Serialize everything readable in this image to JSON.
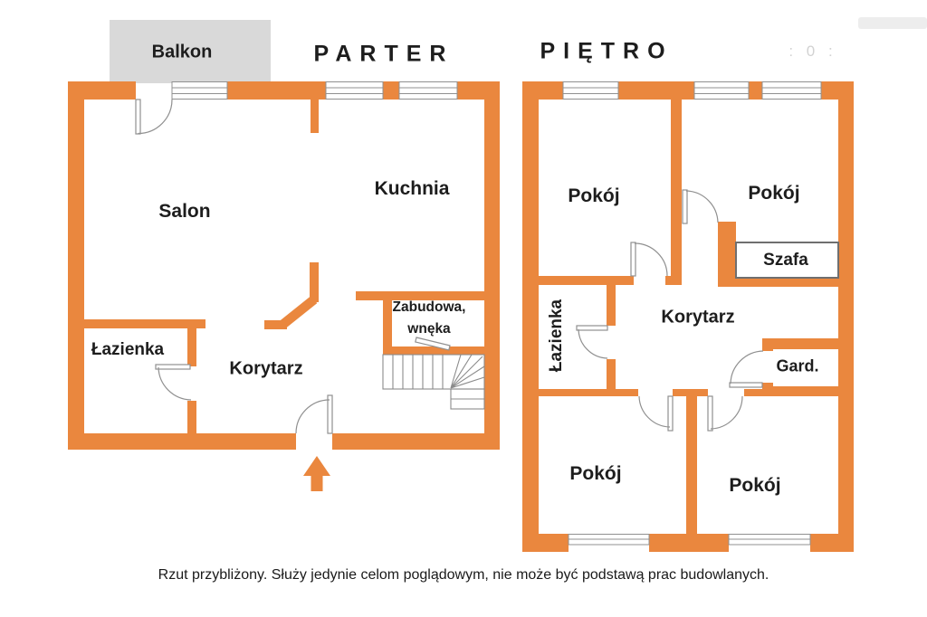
{
  "titles": {
    "left": "PARTER",
    "right": "PIĘTRO"
  },
  "balcony_label": "Balkon",
  "parter": {
    "salon": "Salon",
    "kuchnia": "Kuchnia",
    "lazienka": "Łazienka",
    "korytarz": "Korytarz",
    "zabudowa_line1": "Zabudowa,",
    "zabudowa_line2": "wnęka"
  },
  "pietro": {
    "pokoj_top_left": "Pokój",
    "pokoj_top_right": "Pokój",
    "szafa": "Szafa",
    "lazienka": "Łazienka",
    "korytarz": "Korytarz",
    "gard": "Gard.",
    "pokoj_bottom_left": "Pokój",
    "pokoj_bottom_right": "Pokój"
  },
  "watermark": ": 0 :",
  "footer": "Rzut przybliżony. Służy jedynie celom poglądowym, nie może być podstawą prac budowlanych.",
  "colors": {
    "wall": "#EA873E",
    "balcony": "#D9D9D9",
    "line": "#909090"
  }
}
